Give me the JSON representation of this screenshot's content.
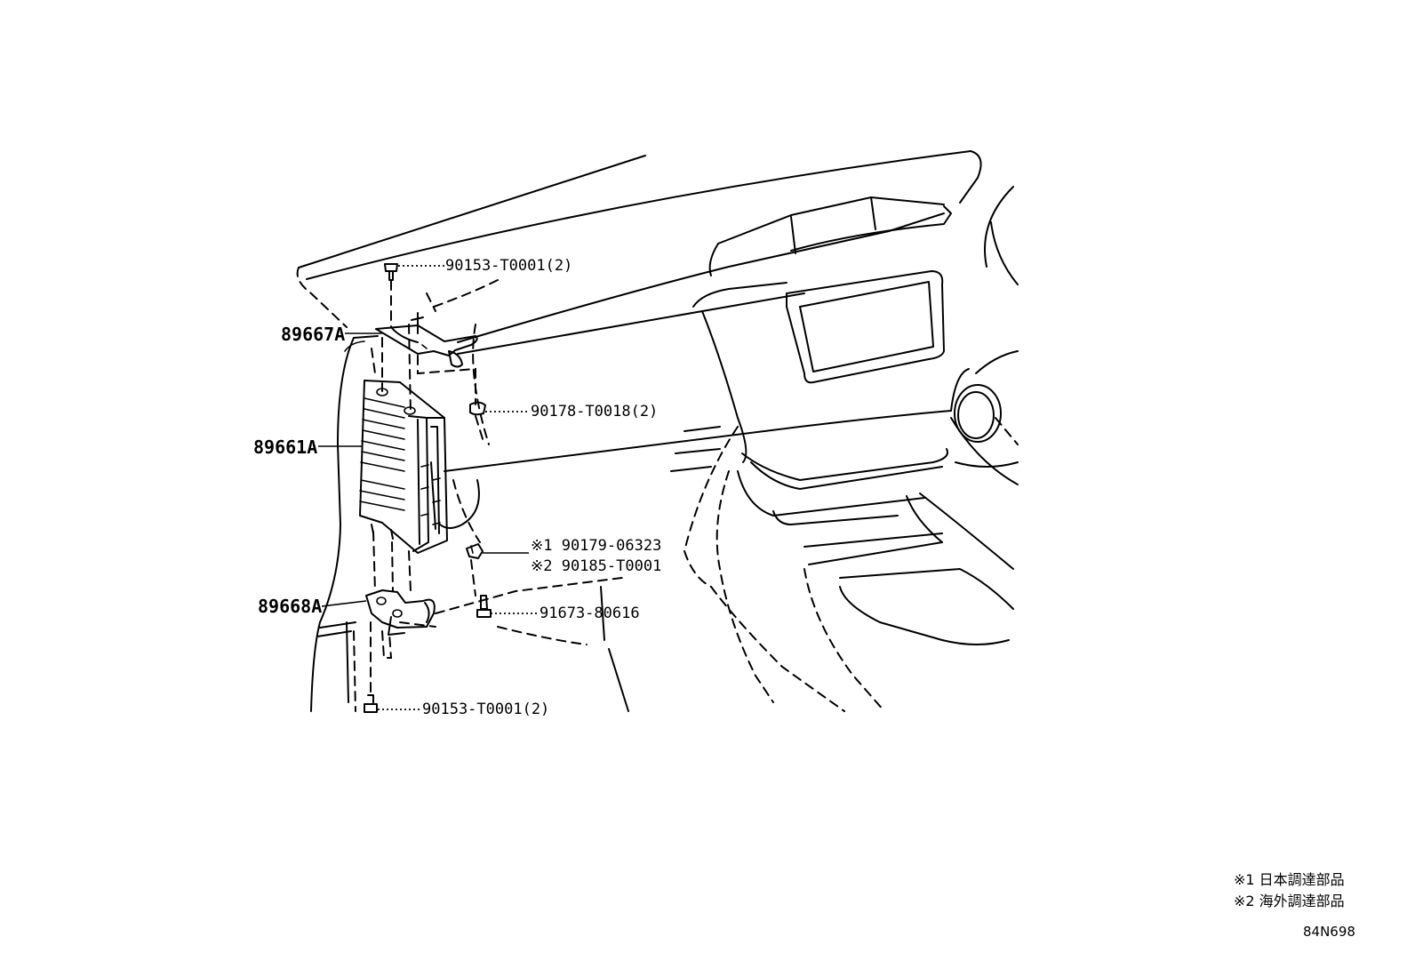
{
  "callouts": {
    "bracket_upper": "89667A",
    "ecu": "89661A",
    "bracket_lower": "89668A",
    "screw_top": "90153-T0001(2)",
    "nut": "90178-T0018(2)",
    "clip_1": "※1 90179-06323",
    "clip_2": "※2 90185-T0001",
    "bolt": "91673-80616",
    "screw_bottom": "90153-T0001(2)"
  },
  "notes": {
    "note_1": "※1 日本調達部品",
    "note_2": "※2 海外調達部品"
  },
  "diagram_id": "84N698"
}
